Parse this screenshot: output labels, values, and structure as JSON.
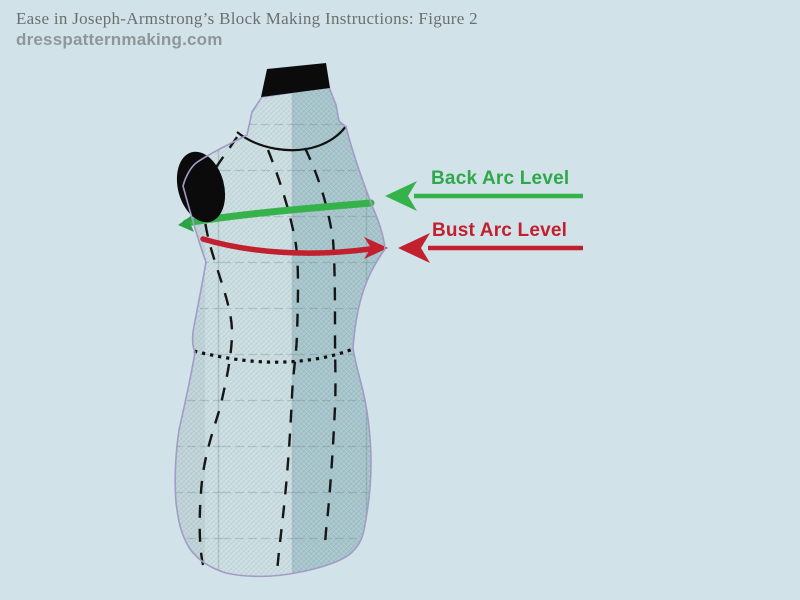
{
  "page": {
    "background_color": "#d1e3e9"
  },
  "header": {
    "title": "Ease in Joseph-Armstrong’s Block Making Instructions: Figure 2",
    "site": "dresspatternmaking.com",
    "title_color": "#6e6e6e",
    "site_color": "#8d979b"
  },
  "annotations": {
    "back_arc": {
      "label": "Back Arc Level",
      "color": "#2fa84a",
      "arrow_direction": "left"
    },
    "bust_arc": {
      "label": "Bust Arc Level",
      "color": "#c2202f",
      "arrow_direction": "left"
    }
  },
  "figure": {
    "subject": "dress-form-three-quarter-view",
    "form_fabric_color": "#b5cfd5",
    "outline_color": "#a29bc7",
    "neck_cap_color": "#0b0b0b",
    "armhole_color": "#0b0b0b",
    "back_arc_line_color": "#36b24b",
    "bust_arc_line_color": "#c2202f",
    "seam_style": "black dashed princess seams",
    "waist_style": "black dotted waistline"
  }
}
